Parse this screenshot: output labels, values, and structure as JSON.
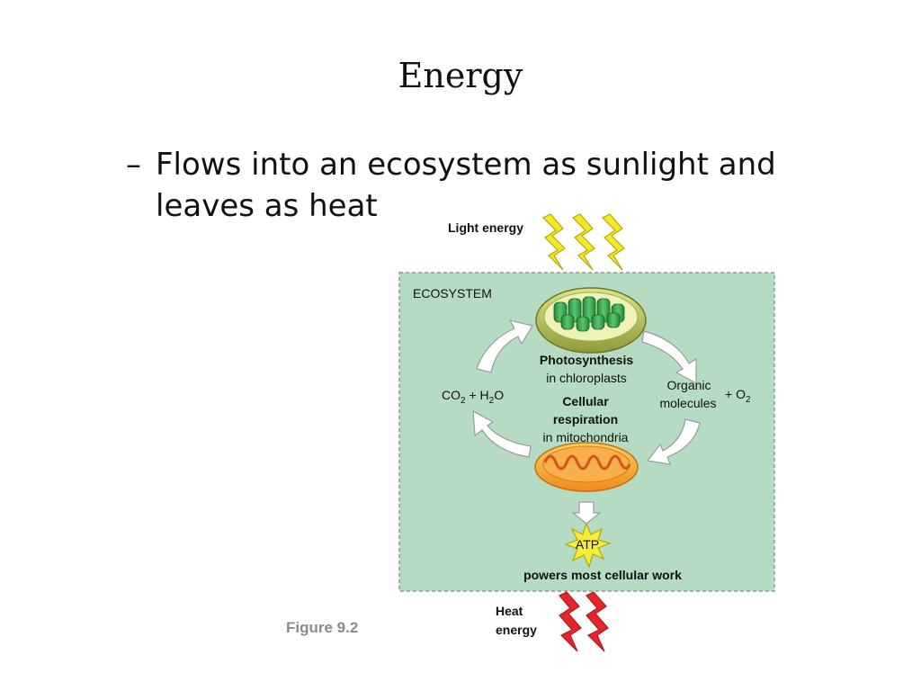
{
  "slide": {
    "title": "Energy",
    "bullet_dash": "–",
    "bullet_text": "Flows into an ecosystem as sunlight and leaves as heat"
  },
  "diagram": {
    "light_energy": "Light energy",
    "ecosystem_label": "ECOSYSTEM",
    "photosynthesis": "Photosynthesis",
    "in_chloroplasts": "in chloroplasts",
    "cellular": "Cellular",
    "respiration": "respiration",
    "in_mitochondria": "in mitochondria",
    "co2_h2o": {
      "co": "CO",
      "sub1": "2",
      "plus_h": " + H",
      "sub2": "2",
      "o": "O"
    },
    "organic": "Organic",
    "molecules": "molecules",
    "plus_o2": {
      "text": "+ O",
      "sub": "2"
    },
    "atp": "ATP",
    "atp_caption": "powers most cellular work",
    "heat_line1": "Heat",
    "heat_line2": "energy"
  },
  "figure_label": "Figure 9.2",
  "colors": {
    "ecosystem_fill": "#b5dcc2",
    "ecosystem_border": "#8c9a92",
    "light_bolt": "#f2ea22",
    "heat_bolt": "#e4262c",
    "arrow_fill": "#ffffff",
    "atp_star": "#f4ee3a"
  }
}
